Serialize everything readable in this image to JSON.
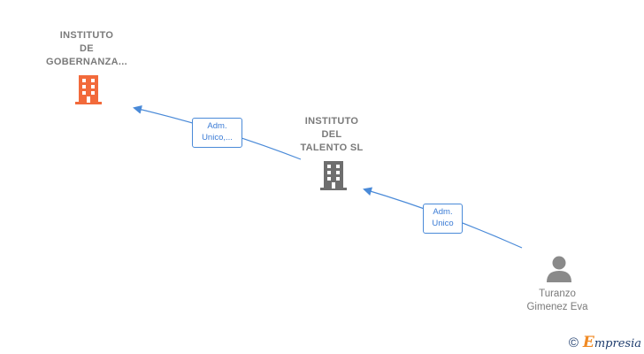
{
  "nodes": {
    "instituto_gobernanza": {
      "label": "INSTITUTO\nDE\nGOBERNANZA...",
      "icon": "building-icon",
      "color": "#f26a3b"
    },
    "instituto_talento": {
      "label": "INSTITUTO\nDEL\nTALENTO SL",
      "icon": "building-icon",
      "color": "#6e6e6e"
    },
    "person": {
      "label": "Turanzo\nGimenez Eva",
      "icon": "person-icon",
      "color": "#8a8a8a"
    }
  },
  "edges": [
    {
      "from": "instituto_talento",
      "to": "instituto_gobernanza",
      "label": "Adm.\nUnico,..."
    },
    {
      "from": "person",
      "to": "instituto_talento",
      "label": "Adm.\nUnico"
    }
  ],
  "watermark": {
    "symbol": "©",
    "brand_initial": "E",
    "brand_rest": "mpresia"
  },
  "colors": {
    "edge": "#4a8ad8",
    "label_text": "#7a7a7a"
  }
}
